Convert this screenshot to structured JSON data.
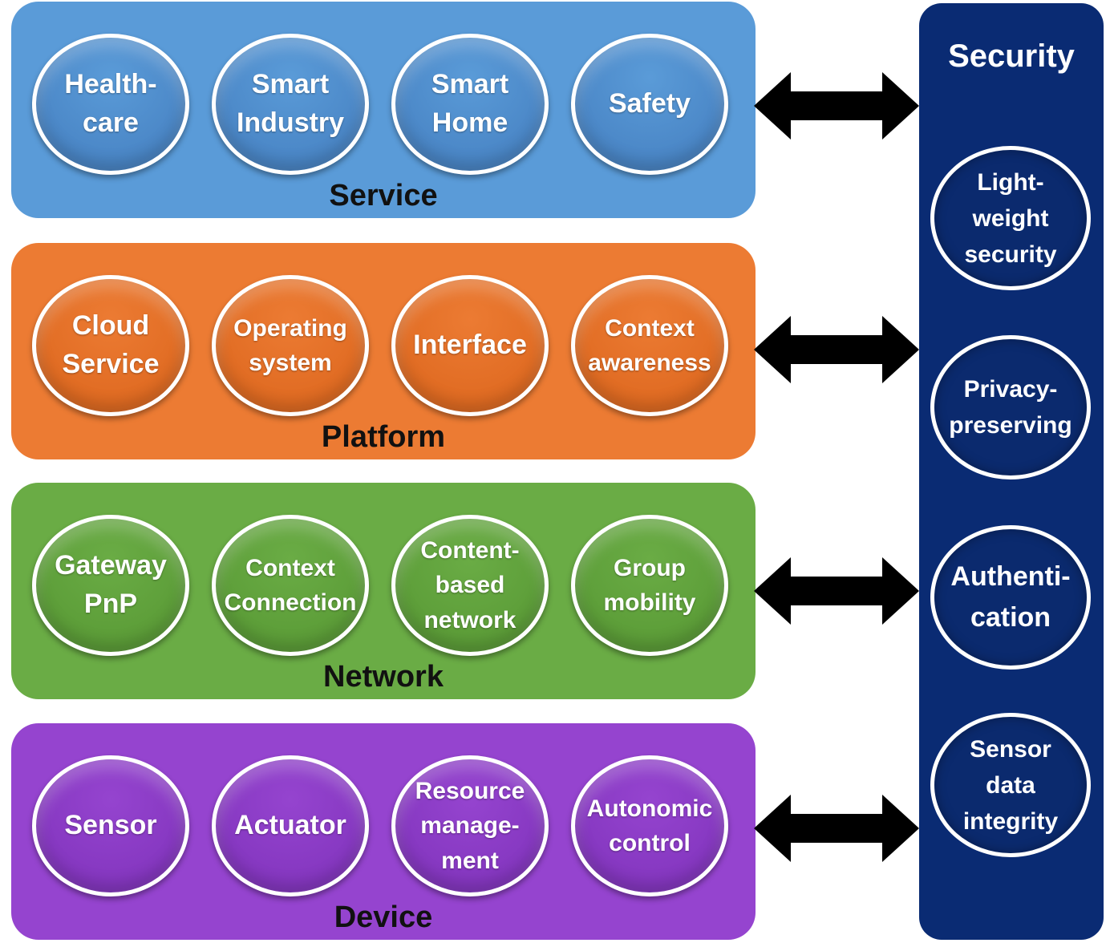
{
  "layers": [
    {
      "label": "Service",
      "color": "#5a9bd8",
      "circle_color": "#4a86c6",
      "items": [
        "Health-\ncare",
        "Smart\nIndustry",
        "Smart\nHome",
        "Safety"
      ]
    },
    {
      "label": "Platform",
      "color": "#ec7b33",
      "circle_color": "#e06b22",
      "items": [
        "Cloud\nService",
        "Operating\nsystem",
        "Interface",
        "Context\nawareness"
      ]
    },
    {
      "label": "Network",
      "color": "#6aac45",
      "circle_color": "#5c9d38",
      "items": [
        "Gateway\nPnP",
        "Context\nConnection",
        "Content-\nbased\nnetwork",
        "Group\nmobility"
      ]
    },
    {
      "label": "Device",
      "color": "#9544cf",
      "circle_color": "#8537c0",
      "items": [
        "Sensor",
        "Actuator",
        "Resource\nmanage-\nment",
        "Autonomic\ncontrol"
      ]
    }
  ],
  "security": {
    "title": "Security",
    "color": "#0a2b73",
    "items": [
      "Light-\nweight\nsecurity",
      "Privacy-\npreserving",
      "Authenti-\ncation",
      "Sensor\ndata\nintegrity"
    ]
  }
}
